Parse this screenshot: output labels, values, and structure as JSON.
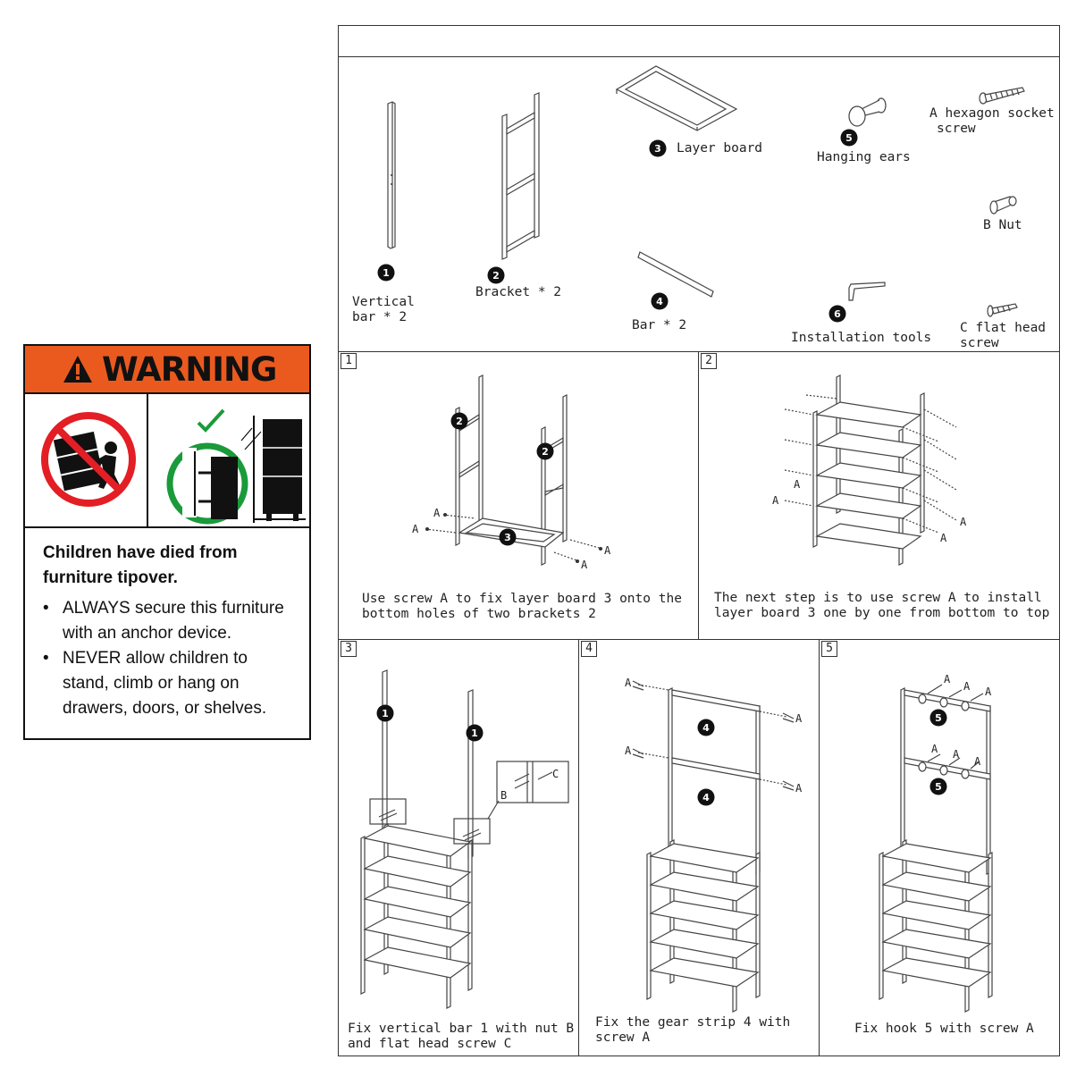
{
  "warning": {
    "title": "WARNING",
    "heading_line1": "Children have died from",
    "heading_line2": "furniture tipover.",
    "bullet1_line1": "ALWAYS secure this furniture",
    "bullet1_line2": "with an anchor device.",
    "bullet2_line1": "NEVER allow children to",
    "bullet2_line2": "stand, climb or hang on",
    "bullet2_line3": "drawers, doors, or shelves.",
    "bullet_char": "•",
    "colors": {
      "header": "#ea5a1f",
      "prohibit": "#e31e24",
      "check": "#1a9a3a"
    }
  },
  "parts": {
    "p1_num": "1",
    "p1_line1": "Vertical",
    "p1_line2": "bar * 2",
    "p2_num": "2",
    "p2_label": "Bracket * 2",
    "p3_num": "3",
    "p3_label": "Layer board",
    "p4_num": "4",
    "p4_label": "Bar * 2",
    "p5_num": "5",
    "p5_label": "Hanging ears",
    "p6_num": "6",
    "p6_label": "Installation tools",
    "pA_line1": "A hexagon socket",
    "pA_line2": "screw",
    "pB_label": "B Nut",
    "pC_line1": "C flat head",
    "pC_line2": "screw"
  },
  "steps": {
    "s1_num": "1",
    "s1_line1": "Use screw A to fix layer board 3 onto the",
    "s1_line2": "bottom holes of two brackets 2",
    "s2_num": "2",
    "s2_line1": "The next step is to use screw A to install",
    "s2_line2": "layer board 3 one by one from bottom to top",
    "s3_num": "3",
    "s3_line1": "Fix vertical bar 1 with nut B",
    "s3_line2": "and flat head screw C",
    "s4_num": "4",
    "s4_line1": "Fix the gear strip 4 with",
    "s4_line2": "screw A",
    "s5_num": "5",
    "s5_line1": "Fix hook 5 with screw A"
  },
  "callouts": {
    "a": "A",
    "b": "B",
    "c": "C",
    "n1": "1",
    "n2": "2",
    "n3": "3",
    "n4": "4",
    "n5": "5"
  }
}
